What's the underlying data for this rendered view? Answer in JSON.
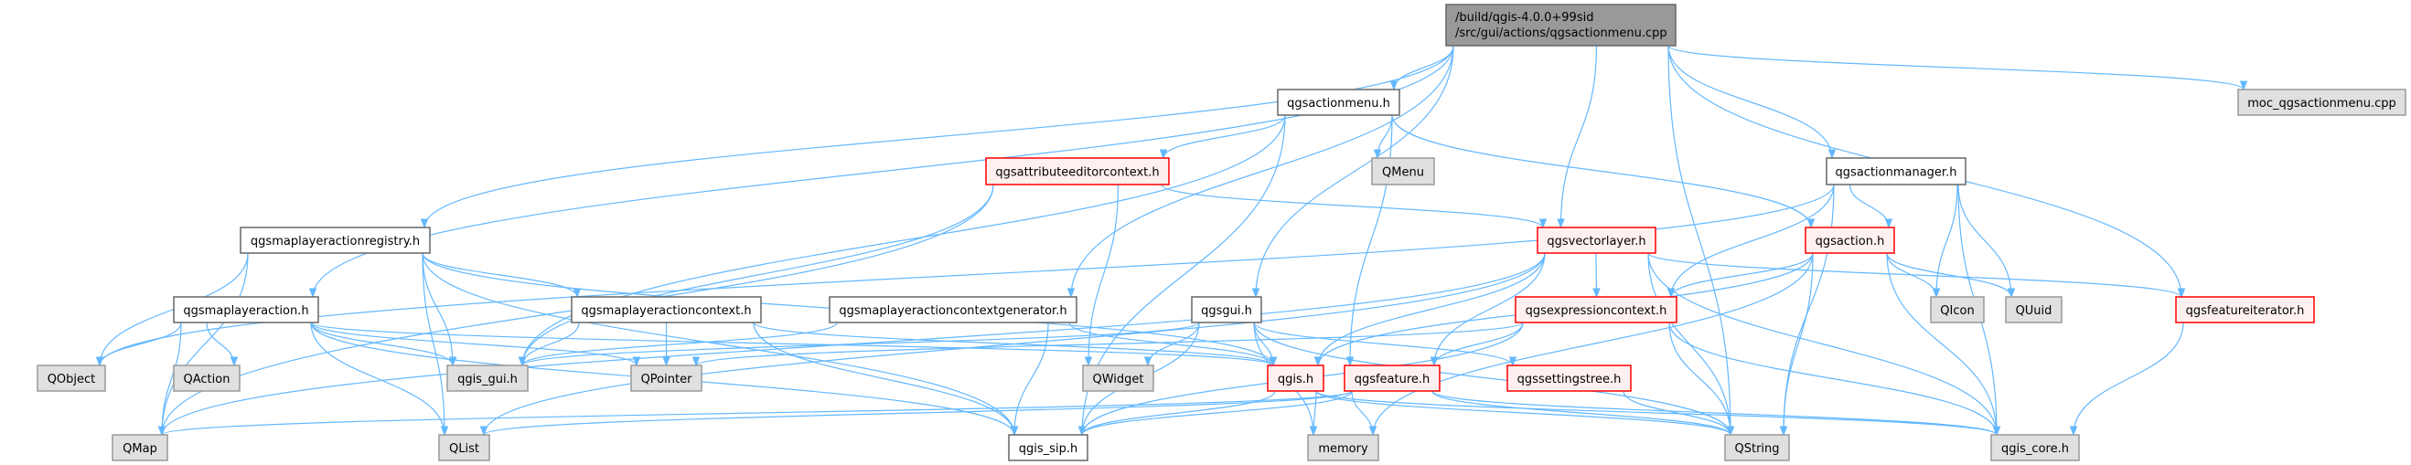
{
  "graph": {
    "title": "Include dependency graph",
    "colors": {
      "edge": "#63b8ff",
      "root_fill": "#999999",
      "red_border": "#ff0000",
      "external_fill": "#e0e0e0"
    },
    "nodes": {
      "root": {
        "label_lines": [
          "/build/qgis-4.0.0+99sid",
          "/src/gui/actions/qgsactionmenu.cpp"
        ],
        "kind": "root"
      },
      "qgsactionmenu": {
        "label": "qgsactionmenu.h",
        "kind": "plain"
      },
      "moc": {
        "label": "moc_qgsactionmenu.cpp",
        "kind": "ext"
      },
      "attrctx": {
        "label": "qgsattributeeditorcontext.h",
        "kind": "red"
      },
      "QMenu": {
        "label": "QMenu",
        "kind": "ext"
      },
      "actionmanager": {
        "label": "qgsactionmanager.h",
        "kind": "plain"
      },
      "registry": {
        "label": "qgsmaplayeractionregistry.h",
        "kind": "plain"
      },
      "vectorlayer": {
        "label": "qgsvectorlayer.h",
        "kind": "red"
      },
      "qgsaction": {
        "label": "qgsaction.h",
        "kind": "red"
      },
      "maplayeraction": {
        "label": "qgsmaplayeraction.h",
        "kind": "plain"
      },
      "mlactx": {
        "label": "qgsmaplayeractioncontext.h",
        "kind": "plain"
      },
      "generator": {
        "label": "qgsmaplayeractioncontextgenerator.h",
        "kind": "plain"
      },
      "qgsgui": {
        "label": "qgsgui.h",
        "kind": "plain"
      },
      "exprctx": {
        "label": "qgsexpressioncontext.h",
        "kind": "red"
      },
      "QIcon": {
        "label": "QIcon",
        "kind": "ext"
      },
      "QUuid": {
        "label": "QUuid",
        "kind": "ext"
      },
      "featiter": {
        "label": "qgsfeatureiterator.h",
        "kind": "red"
      },
      "QObject": {
        "label": "QObject",
        "kind": "ext"
      },
      "QAction": {
        "label": "QAction",
        "kind": "ext"
      },
      "qgis_gui": {
        "label": "qgis_gui.h",
        "kind": "ext"
      },
      "QPointer": {
        "label": "QPointer",
        "kind": "ext"
      },
      "QWidget": {
        "label": "QWidget",
        "kind": "ext"
      },
      "qgis": {
        "label": "qgis.h",
        "kind": "red"
      },
      "feature": {
        "label": "qgsfeature.h",
        "kind": "red"
      },
      "settingstree": {
        "label": "qgssettingstree.h",
        "kind": "red"
      },
      "QMap": {
        "label": "QMap",
        "kind": "ext"
      },
      "QList": {
        "label": "QList",
        "kind": "ext"
      },
      "qgis_sip": {
        "label": "qgis_sip.h",
        "kind": "plain"
      },
      "memory": {
        "label": "memory",
        "kind": "ext"
      },
      "QString": {
        "label": "QString",
        "kind": "ext"
      },
      "qgis_core": {
        "label": "qgis_core.h",
        "kind": "ext"
      }
    },
    "edges": [
      [
        "root",
        "qgsactionmenu"
      ],
      [
        "root",
        "moc"
      ],
      [
        "root",
        "actionmanager"
      ],
      [
        "root",
        "vectorlayer"
      ],
      [
        "root",
        "featiter"
      ],
      [
        "root",
        "qgsgui"
      ],
      [
        "root",
        "generator"
      ],
      [
        "root",
        "registry"
      ],
      [
        "root",
        "maplayeraction"
      ],
      [
        "root",
        "QString"
      ],
      [
        "qgsactionmenu",
        "attrctx"
      ],
      [
        "qgsactionmenu",
        "QMenu"
      ],
      [
        "qgsactionmenu",
        "qgsaction"
      ],
      [
        "qgsactionmenu",
        "feature"
      ],
      [
        "qgsactionmenu",
        "qgis_sip"
      ],
      [
        "qgsactionmenu",
        "qgis_gui"
      ],
      [
        "attrctx",
        "vectorlayer"
      ],
      [
        "attrctx",
        "QWidget"
      ],
      [
        "attrctx",
        "qgis_gui"
      ],
      [
        "attrctx",
        "QMap"
      ],
      [
        "actionmanager",
        "qgsaction"
      ],
      [
        "actionmanager",
        "exprctx"
      ],
      [
        "actionmanager",
        "QIcon"
      ],
      [
        "actionmanager",
        "QUuid"
      ],
      [
        "actionmanager",
        "QString"
      ],
      [
        "actionmanager",
        "qgis_core"
      ],
      [
        "actionmanager",
        "QObject"
      ],
      [
        "registry",
        "mlactx"
      ],
      [
        "registry",
        "qgis_gui"
      ],
      [
        "registry",
        "QList"
      ],
      [
        "registry",
        "QObject"
      ],
      [
        "registry",
        "QMap"
      ],
      [
        "registry",
        "qgis"
      ],
      [
        "registry",
        "qgis_sip"
      ],
      [
        "maplayeraction",
        "QObject"
      ],
      [
        "maplayeraction",
        "QAction"
      ],
      [
        "maplayeraction",
        "QMap"
      ],
      [
        "maplayeraction",
        "QList"
      ],
      [
        "maplayeraction",
        "qgis_gui"
      ],
      [
        "maplayeraction",
        "QPointer"
      ],
      [
        "maplayeraction",
        "qgis"
      ],
      [
        "maplayeraction",
        "qgis_sip"
      ],
      [
        "mlactx",
        "qgis_gui"
      ],
      [
        "mlactx",
        "QPointer"
      ],
      [
        "mlactx",
        "qgis_sip"
      ],
      [
        "mlactx",
        "qgis"
      ],
      [
        "generator",
        "qgis_gui"
      ],
      [
        "generator",
        "qgis_sip"
      ],
      [
        "generator",
        "qgis"
      ],
      [
        "qgsgui",
        "QWidget"
      ],
      [
        "qgsgui",
        "qgis_sip"
      ],
      [
        "qgsgui",
        "memory"
      ],
      [
        "qgsgui",
        "qgis"
      ],
      [
        "qgsgui",
        "settingstree"
      ],
      [
        "qgsgui",
        "QString"
      ],
      [
        "qgsgui",
        "qgis_gui"
      ],
      [
        "vectorlayer",
        "exprctx"
      ],
      [
        "vectorlayer",
        "qgis"
      ],
      [
        "vectorlayer",
        "feature"
      ],
      [
        "vectorlayer",
        "QString"
      ],
      [
        "vectorlayer",
        "qgis_core"
      ],
      [
        "vectorlayer",
        "featiter"
      ],
      [
        "vectorlayer",
        "QMap"
      ],
      [
        "vectorlayer",
        "QList"
      ],
      [
        "qgsaction",
        "exprctx"
      ],
      [
        "qgsaction",
        "QIcon"
      ],
      [
        "qgsaction",
        "QUuid"
      ],
      [
        "qgsaction",
        "QString"
      ],
      [
        "qgsaction",
        "qgis_core"
      ],
      [
        "qgsaction",
        "memory"
      ],
      [
        "qgsaction",
        "qgis"
      ],
      [
        "exprctx",
        "feature"
      ],
      [
        "exprctx",
        "qgis_sip"
      ],
      [
        "exprctx",
        "QString"
      ],
      [
        "exprctx",
        "qgis_core"
      ],
      [
        "exprctx",
        "QPointer"
      ],
      [
        "qgis",
        "memory"
      ],
      [
        "qgis",
        "qgis_sip"
      ],
      [
        "qgis",
        "QString"
      ],
      [
        "qgis",
        "qgis_core"
      ],
      [
        "feature",
        "qgis_sip"
      ],
      [
        "feature",
        "memory"
      ],
      [
        "feature",
        "QString"
      ],
      [
        "feature",
        "qgis_core"
      ],
      [
        "feature",
        "QMap"
      ],
      [
        "feature",
        "QList"
      ],
      [
        "settingstree",
        "QString"
      ],
      [
        "featiter",
        "qgis_core"
      ]
    ]
  }
}
